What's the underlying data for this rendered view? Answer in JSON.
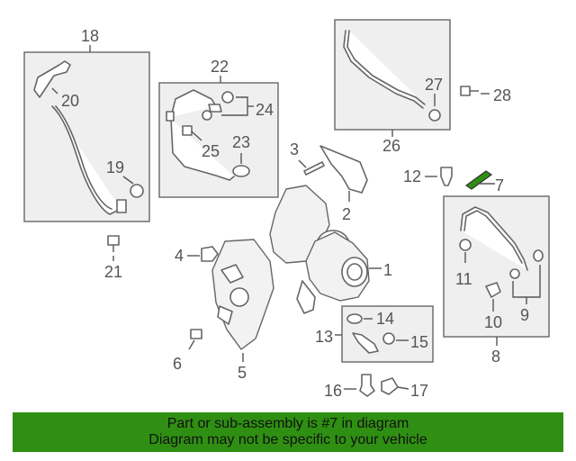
{
  "callouts": {
    "c1": "1",
    "c2": "2",
    "c3": "3",
    "c4": "4",
    "c5": "5",
    "c6": "6",
    "c7": "7",
    "c8": "8",
    "c9": "9",
    "c10": "10",
    "c11": "11",
    "c12": "12",
    "c13": "13",
    "c14": "14",
    "c15": "15",
    "c16": "16",
    "c17": "17",
    "c18": "18",
    "c19": "19",
    "c20": "20",
    "c21": "21",
    "c22": "22",
    "c23": "23",
    "c24": "24",
    "c25": "25",
    "c26": "26",
    "c27": "27",
    "c28": "28"
  },
  "highlight_color": "#2f8f12",
  "banner": {
    "line1": "Part or sub-assembly is #7 in diagram",
    "line2": "Diagram may not be specific to your vehicle"
  }
}
